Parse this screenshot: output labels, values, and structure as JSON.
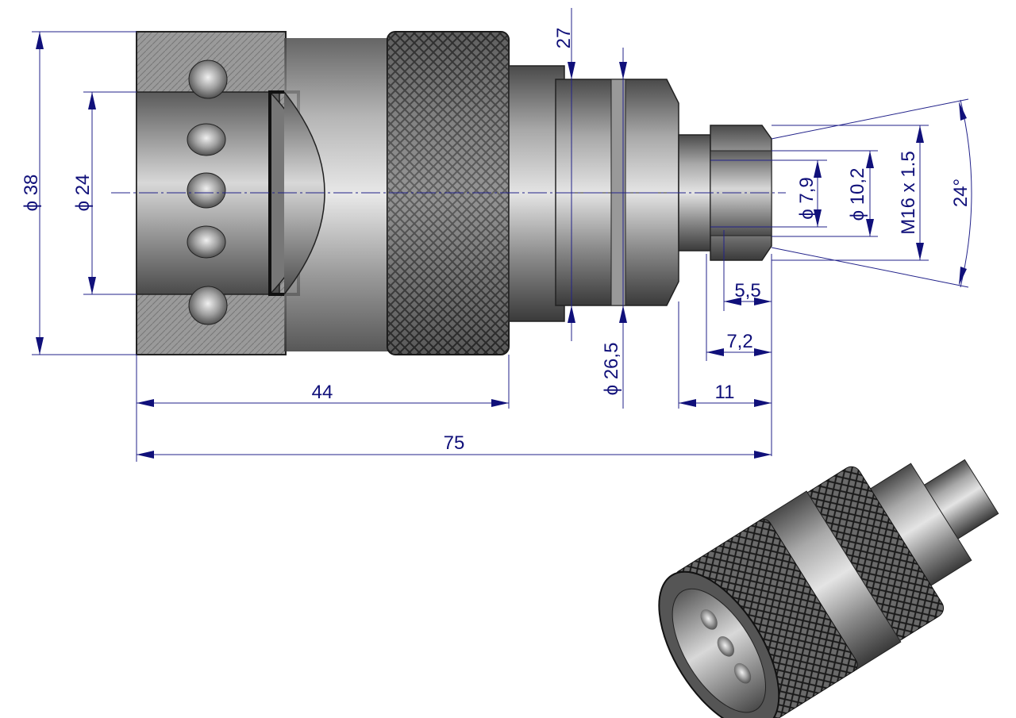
{
  "drawing": {
    "title": "Quick coupling technical drawing",
    "dimensions": {
      "outer_diameter": "ϕ 38",
      "bore_diameter": "ϕ 24",
      "hex_width": "27",
      "hex_diameter": "ϕ 26,5",
      "inner_diameter_small": "ϕ 7,9",
      "inner_diameter_large": "ϕ 10,2",
      "thread": "M16 x 1.5",
      "cone_angle": "24°",
      "depth_small": "5,5",
      "depth_large": "7,2",
      "nipple_length": "11",
      "body_length": "44",
      "total_length": "75"
    },
    "colors": {
      "dimension": "#10107a",
      "metal_dark": "#3a3a3a",
      "metal_light": "#c8c8c8"
    }
  }
}
